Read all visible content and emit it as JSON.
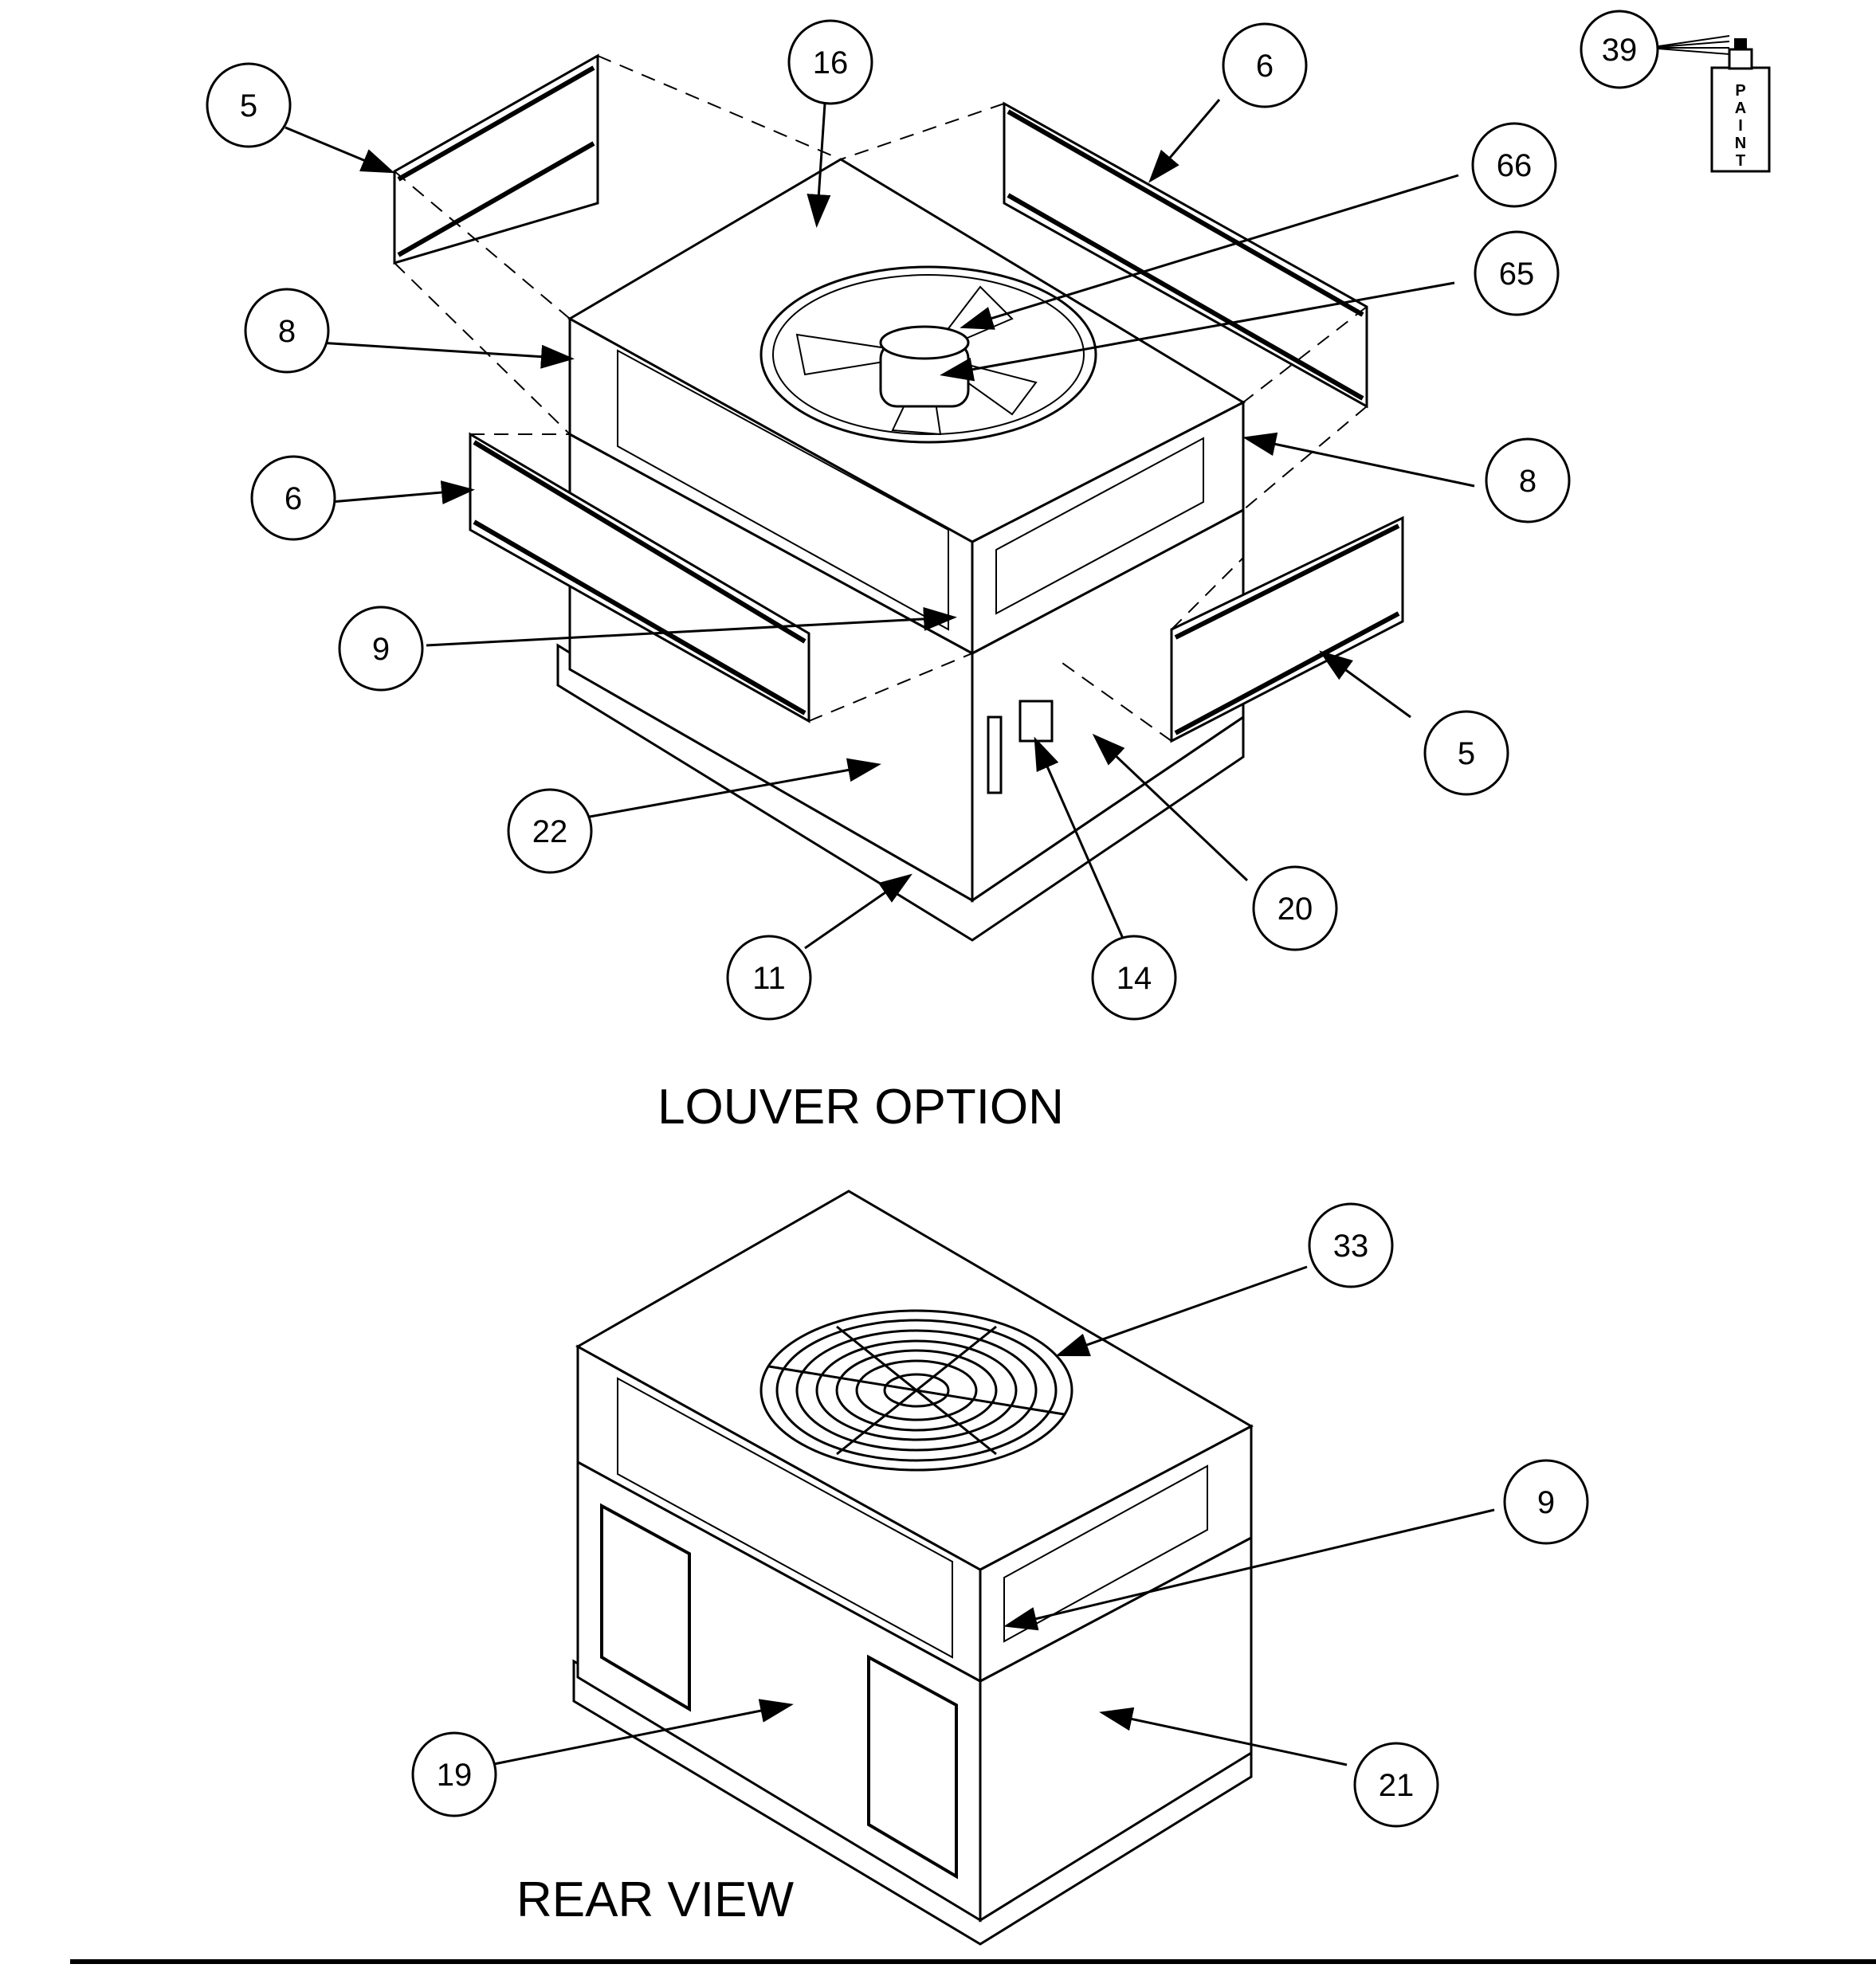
{
  "captions": {
    "louver_option": "LOUVER OPTION",
    "rear_view": "REAR VIEW"
  },
  "paint_can_label": [
    "P",
    "A",
    "I",
    "N",
    "T"
  ],
  "callouts": [
    {
      "id": "c5a",
      "label": "5"
    },
    {
      "id": "c16",
      "label": "16"
    },
    {
      "id": "c6a",
      "label": "6"
    },
    {
      "id": "c39",
      "label": "39"
    },
    {
      "id": "c66",
      "label": "66"
    },
    {
      "id": "c65",
      "label": "65"
    },
    {
      "id": "c8a",
      "label": "8"
    },
    {
      "id": "c8b",
      "label": "8"
    },
    {
      "id": "c6b",
      "label": "6"
    },
    {
      "id": "c9a",
      "label": "9"
    },
    {
      "id": "c5b",
      "label": "5"
    },
    {
      "id": "c22",
      "label": "22"
    },
    {
      "id": "c20",
      "label": "20"
    },
    {
      "id": "c11",
      "label": "11"
    },
    {
      "id": "c14",
      "label": "14"
    },
    {
      "id": "c33",
      "label": "33"
    },
    {
      "id": "c9b",
      "label": "9"
    },
    {
      "id": "c19",
      "label": "19"
    },
    {
      "id": "c21",
      "label": "21"
    }
  ]
}
